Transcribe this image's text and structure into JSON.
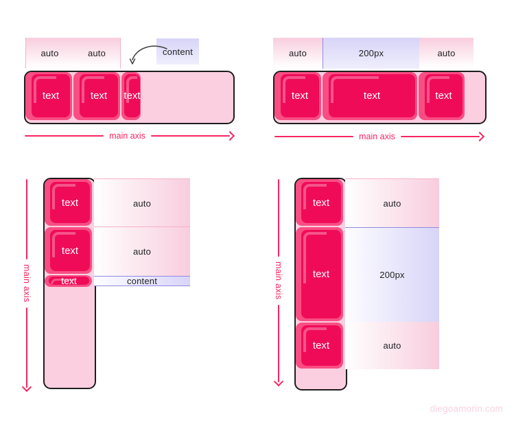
{
  "watermark": "diegoamorin.com",
  "colors": {
    "item_fill": "#f00b58",
    "item_edge": "#f84e84",
    "track_fill": "#fbcfe0",
    "track_border": "#1d1d1d",
    "axis": "#f72560",
    "label_pink": "#f8cddd",
    "label_lavender": "#d8d4f8",
    "watermark_pink": "#fad2e2"
  },
  "panels": {
    "top_left": {
      "orientation": "row",
      "size_labels": [
        "auto",
        "auto",
        "content"
      ],
      "items": [
        "text",
        "text",
        "text"
      ],
      "axis_label": "main axis"
    },
    "top_right": {
      "orientation": "row",
      "size_labels": [
        "auto",
        "200px",
        "auto"
      ],
      "items": [
        "text",
        "text",
        "text"
      ],
      "axis_label": "main axis"
    },
    "bottom_left": {
      "orientation": "column",
      "size_labels": [
        "auto",
        "auto",
        "content"
      ],
      "items": [
        "text",
        "text",
        "text"
      ],
      "axis_label": "main axis"
    },
    "bottom_right": {
      "orientation": "column",
      "size_labels": [
        "auto",
        "200px",
        "auto"
      ],
      "items": [
        "text",
        "text",
        "text"
      ],
      "axis_label": "main axis"
    }
  }
}
